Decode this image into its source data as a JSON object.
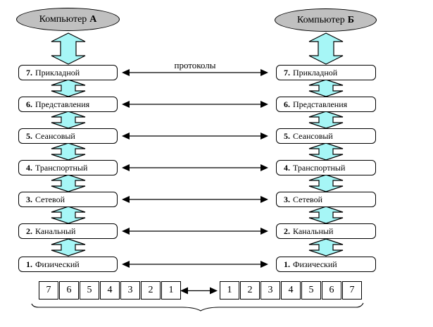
{
  "colors": {
    "arrow_fill": "#A6F6F6",
    "ellipse_fill": "#C0C0C0",
    "line": "#000000",
    "background": "#FFFFFF"
  },
  "computers": {
    "left": {
      "prefix": "Компьютер",
      "bold": "А"
    },
    "right": {
      "prefix": "Компьютер",
      "bold": "Б"
    }
  },
  "protocols_label": "протоколы",
  "layers": [
    {
      "num": "7.",
      "name": "Прикладной"
    },
    {
      "num": "6.",
      "name": "Представления"
    },
    {
      "num": "5.",
      "name": "Сеансовый"
    },
    {
      "num": "4.",
      "name": "Транспортный"
    },
    {
      "num": "3.",
      "name": "Сетевой"
    },
    {
      "num": "2.",
      "name": "Канальный"
    },
    {
      "num": "1.",
      "name": "Физический"
    }
  ],
  "bottom_sequence": {
    "left": [
      "7",
      "6",
      "5",
      "4",
      "3",
      "2",
      "1"
    ],
    "right": [
      "1",
      "2",
      "3",
      "4",
      "5",
      "6",
      "7"
    ]
  }
}
